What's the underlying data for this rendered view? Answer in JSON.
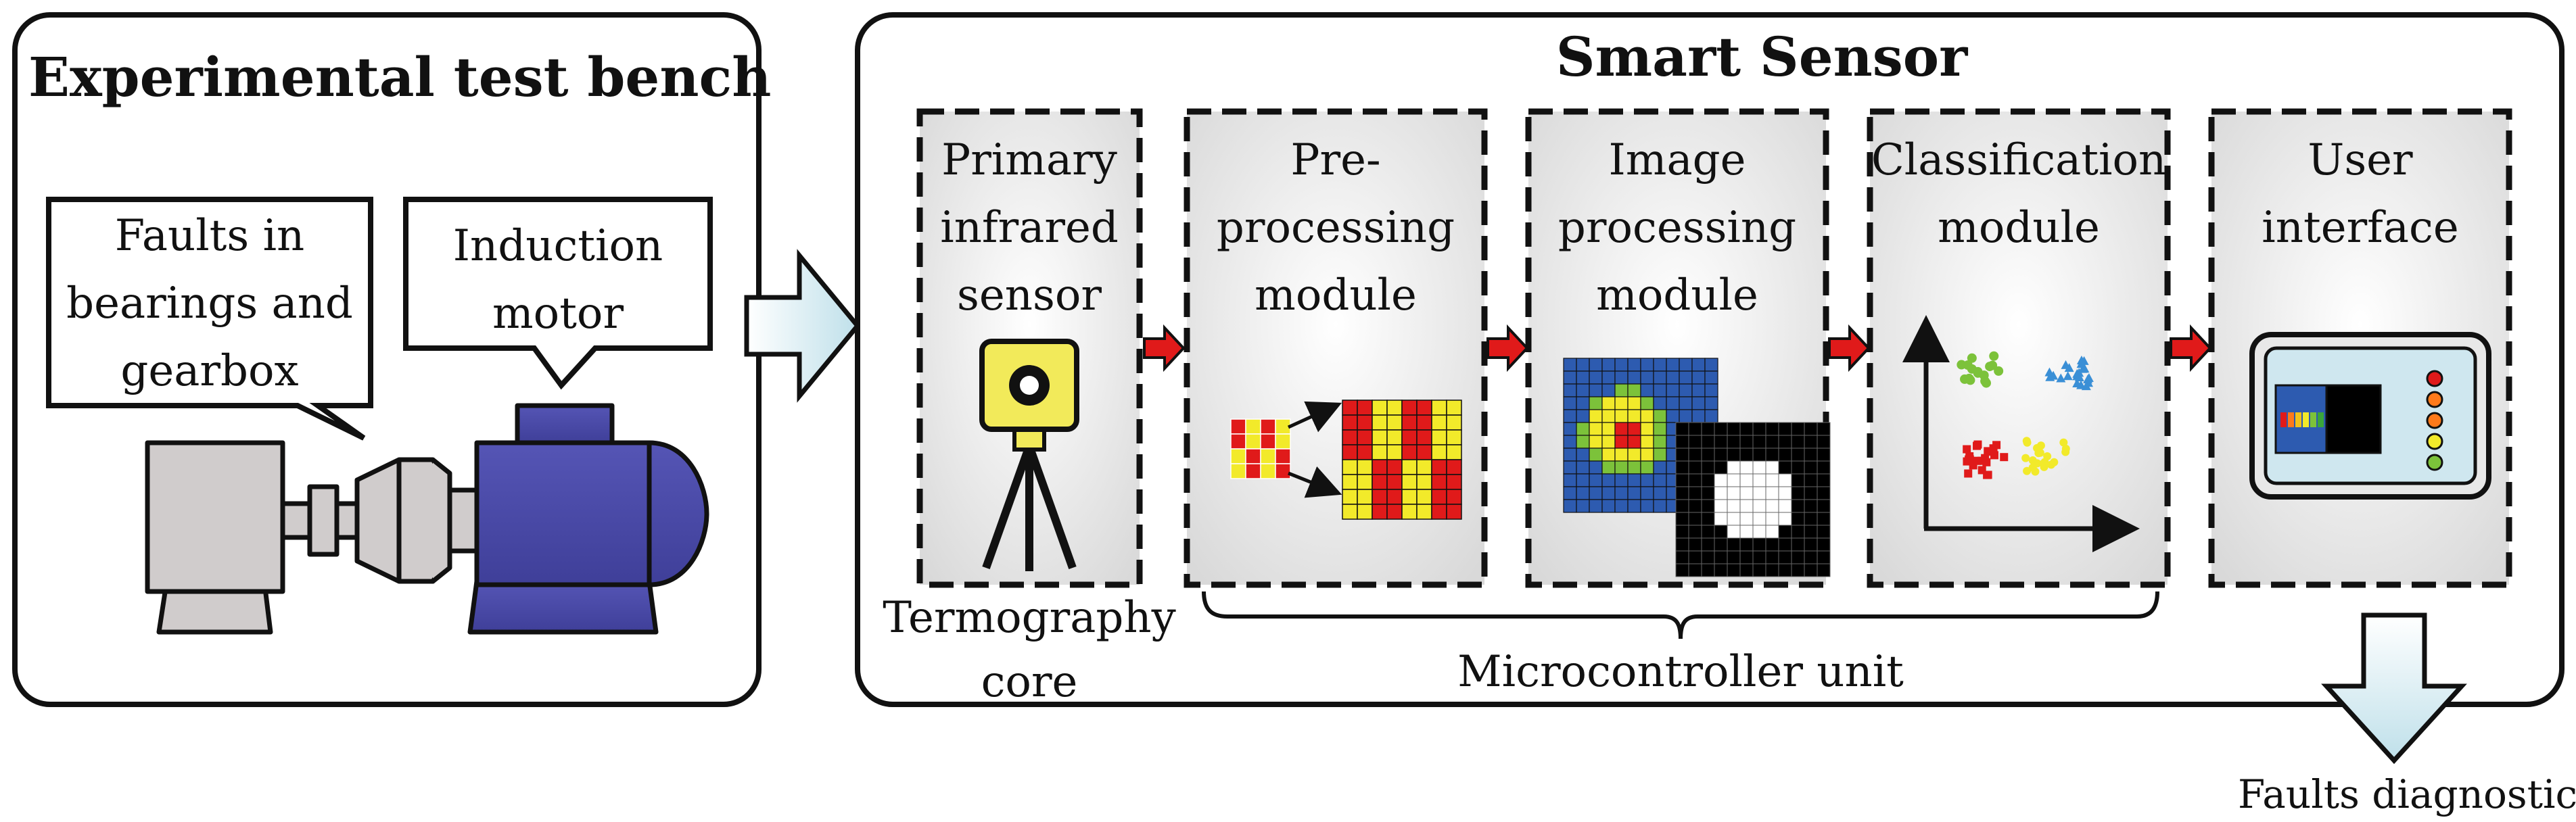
{
  "left_panel": {
    "title": "Experimental test bench",
    "callout_faults": [
      "Faults in",
      "bearings and",
      "gearbox"
    ],
    "callout_motor": [
      "Induction",
      "motor"
    ]
  },
  "smart_sensor": {
    "title": "Smart Sensor",
    "modules": [
      {
        "lines": [
          "Primary",
          "infrared",
          "sensor"
        ]
      },
      {
        "lines": [
          "Pre-",
          "processing",
          "module"
        ]
      },
      {
        "lines": [
          "Image",
          "processing",
          "module"
        ]
      },
      {
        "lines": [
          "Classification",
          "module"
        ]
      },
      {
        "lines": [
          "User",
          "interface"
        ]
      }
    ],
    "termography_label": [
      "Termography",
      "core"
    ],
    "microcontroller_label": "Microcontroller unit"
  },
  "output": {
    "label": "Faults diagnostic"
  },
  "colors": {
    "motor": "#4a4aa8",
    "housing": "#d0cccc",
    "camera": "#f2ea5a",
    "arrow_red": "#e01a1a",
    "arrow_blue": "#cfe7ef",
    "cluster_green": "#7cc23a",
    "cluster_blue": "#3a8fd6",
    "cluster_red": "#e01a1a",
    "cluster_yellow": "#f2ea2a"
  }
}
